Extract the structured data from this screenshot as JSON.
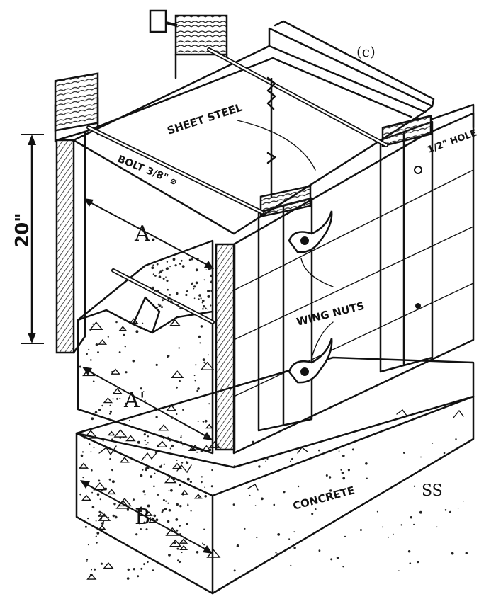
{
  "labels": {
    "panel_letter": "(c)",
    "sheet_steel": "SHEET STEEL",
    "bolt": "BOLT 3/8\" ⌀",
    "hole": "1/2\" HOLE",
    "dimension": "20\"",
    "width_a": "A.",
    "width_a_prime": "A'",
    "wing_nuts": "WING NUTS",
    "concrete": "CONCRETE",
    "width_b": "B",
    "signature": "SS"
  },
  "texture": {
    "stipple_dots": 360,
    "aggregate_triangles": 46
  }
}
